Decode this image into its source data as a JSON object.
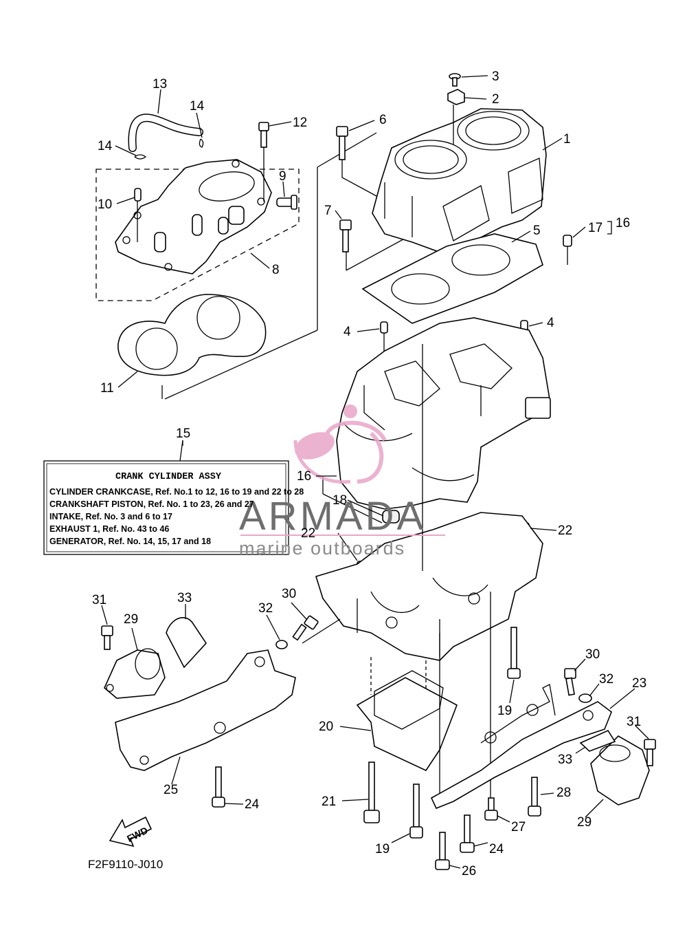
{
  "labels": [
    "1",
    "2",
    "3",
    "4",
    "4",
    "5",
    "6",
    "7",
    "8",
    "9",
    "10",
    "11",
    "12",
    "13",
    "14",
    "14",
    "15",
    "16",
    "16",
    "17",
    "18",
    "19",
    "19",
    "20",
    "21",
    "22",
    "22",
    "23",
    "24",
    "24",
    "25",
    "26",
    "27",
    "28",
    "29",
    "29",
    "30",
    "30",
    "31",
    "31",
    "32",
    "32",
    "33",
    "33"
  ],
  "info_box": {
    "title": "CRANK CYLINDER ASSY",
    "lines": [
      "CYLINDER CRANKCASE, Ref. No.1 to 12, 16 to 19 and 22 to 28",
      "CRANKSHAFT PISTON, Ref. No. 1 to 23, 26 and 27",
      "INTAKE, Ref. No. 3 and 6 to 17",
      "EXHAUST 1, Ref. No. 43 to 46",
      "GENERATOR, Ref. No. 14, 15, 17 and 18"
    ]
  },
  "fwd_label": "FWD",
  "diagram_code": "F2F9110-J010",
  "watermark": {
    "brand": "ARMADA",
    "tagline": "marine outboards",
    "accent_color": "#e8a6c8"
  },
  "colors": {
    "line": "#000000",
    "background": "#ffffff",
    "watermark_text": "#6e6e6e"
  }
}
